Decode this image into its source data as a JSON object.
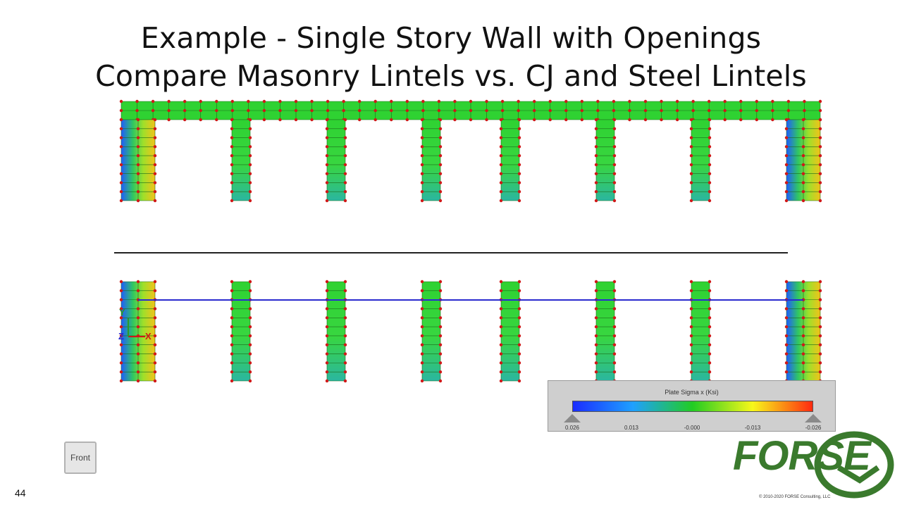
{
  "slide": {
    "title_line1": "Example - Single Story Wall with Openings",
    "title_line2": "Compare Masonry Lintels vs. CJ and Steel Lintels",
    "page_number": "44"
  },
  "legend": {
    "title": "Plate  Sigma x (Ksi)",
    "ticks": [
      "0.026",
      "0.013",
      "-0.000",
      "-0.013",
      "-0.026"
    ],
    "colors": [
      "#1a2cff",
      "#1fa0ff",
      "#22cc22",
      "#f7f71a",
      "#ff2a10"
    ]
  },
  "view_button": {
    "label": "Front"
  },
  "axis_triad": {
    "y": "Y",
    "z": "Z",
    "x": "X"
  },
  "logo": {
    "text": "FORSE",
    "copyright": "© 2010-2020 FORSE Consulting, LLC",
    "color": "#3a7a2d"
  },
  "model": {
    "mesh_green": "#2fd232",
    "node_color": "#d01818",
    "steel_lintel_color": "#2a2acf"
  }
}
